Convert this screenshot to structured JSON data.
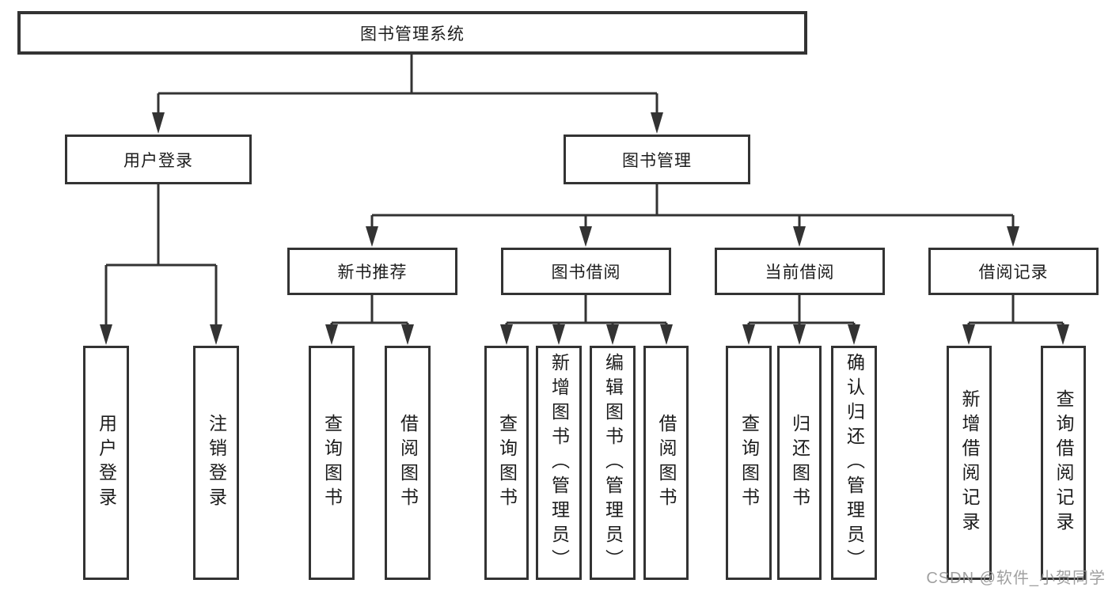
{
  "diagram": {
    "root": {
      "label": "图书管理系统"
    },
    "level1": [
      {
        "label": "用户登录"
      },
      {
        "label": "图书管理"
      }
    ],
    "level2": [
      {
        "label": "新书推荐"
      },
      {
        "label": "图书借阅"
      },
      {
        "label": "当前借阅"
      },
      {
        "label": "借阅记录"
      }
    ],
    "leaves": {
      "user_login": [
        "用户登录",
        "注销登录"
      ],
      "new_book": [
        "查询图书",
        "借阅图书"
      ],
      "borrow": [
        "查询图书",
        "新增图书（管理员）",
        "编辑图书（管理员）",
        "借阅图书"
      ],
      "current": [
        "查询图书",
        "归还图书",
        "确认归还（管理员）"
      ],
      "records": [
        "新增借阅记录",
        "查询借阅记录"
      ]
    }
  },
  "watermark": "CSDN @软件_小贺同学",
  "colors": {
    "line": "#333333",
    "text": "#1c1c1c",
    "background": "#ffffff",
    "watermark": "#969696"
  }
}
